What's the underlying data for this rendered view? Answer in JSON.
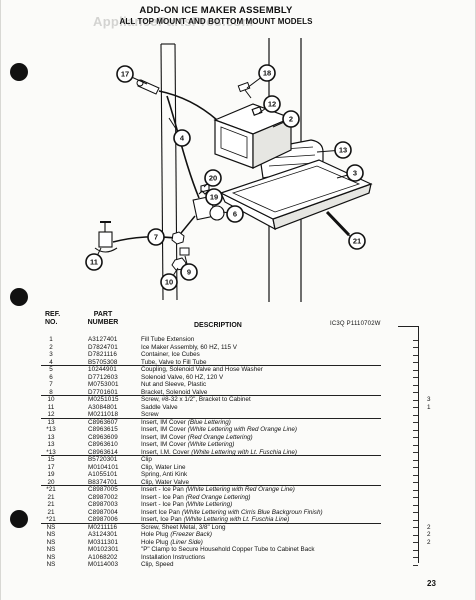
{
  "header": {
    "title": "ADD-ON ICE MAKER ASSEMBLY",
    "subtitle": "ALL TOP MOUNT AND BOTTOM MOUNT MODELS",
    "watermark": "AppliancePartsPros.com"
  },
  "diagram": {
    "callouts": [
      "17",
      "18",
      "12",
      "2",
      "4",
      "13",
      "3",
      "20",
      "19",
      "6",
      "7",
      "9",
      "10",
      "21",
      "11"
    ]
  },
  "parts_table": {
    "columns": {
      "ref_line1": "REF.",
      "ref_line2": "NO.",
      "part_line1": "PART",
      "part_line2": "NUMBER",
      "description": "DESCRIPTION",
      "model": "IC3Q P1110702W"
    },
    "rows": [
      {
        "ref": "1",
        "part": "A3127401",
        "desc": "Fill Tube Extension"
      },
      {
        "ref": "2",
        "part": "D7824701",
        "desc": "Ice Maker Assembly, 60 HZ, 115 V"
      },
      {
        "ref": "3",
        "part": "D7821116",
        "desc": "Container, Ice Cubes"
      },
      {
        "ref": "4",
        "part": "B5705308",
        "desc": "Tube, Valve to Fill Tube"
      },
      {
        "ref": "5",
        "part": "10244901",
        "desc": "Coupling, Solenoid Valve and Hose Washer"
      },
      {
        "ref": "6",
        "part": "D7712603",
        "desc": "Solenoid Valve, 60 HZ, 120 V"
      },
      {
        "ref": "7",
        "part": "M0753001",
        "desc": "Nut and Sleeve, Plastic"
      },
      {
        "ref": "8",
        "part": "D7701601",
        "desc": "Bracket, Solenoid Valve"
      },
      {
        "ref": "10",
        "part": "M0251015",
        "desc": "Screw, #8-32 x 1/2\", Bracket to Cabinet",
        "qty": "3"
      },
      {
        "ref": "11",
        "part": "A3084801",
        "desc": "Saddle Valve",
        "qty": "1"
      },
      {
        "ref": "12",
        "part": "M0211018",
        "desc": "Screw"
      },
      {
        "ref": "13",
        "part": "C8963607",
        "desc": "Insert, IM Cover",
        "note": "(Blue Lettering)"
      },
      {
        "ref": "*13",
        "part": "C8963615",
        "desc": "Insert, IM Cover",
        "note": "(White Lettering with Red Orange Line)"
      },
      {
        "ref": "13",
        "part": "C8963609",
        "desc": "Insert, IM Cover",
        "note": "(Red Orange Lettering)"
      },
      {
        "ref": "13",
        "part": "C8963610",
        "desc": "Insert, IM Cover",
        "note": "(White Lettering)"
      },
      {
        "ref": "*13",
        "part": "C8963614",
        "desc": "Insert, I.M. Cover",
        "note": "(White Lettering with Lt. Fuschia Line)"
      },
      {
        "ref": "15",
        "part": "B5720301",
        "desc": "Clip"
      },
      {
        "ref": "17",
        "part": "M0104101",
        "desc": "Clip, Water Line"
      },
      {
        "ref": "19",
        "part": "A1055101",
        "desc": "Spring, Anti Kink"
      },
      {
        "ref": "20",
        "part": "B8374701",
        "desc": "Clip, Water Valve"
      },
      {
        "ref": "*21",
        "part": "C8987005",
        "desc": "Insert - Ice Pan",
        "note": "(White Lettering with Red Orange Line)"
      },
      {
        "ref": "21",
        "part": "C8987002",
        "desc": "Insert - Ice Pan",
        "note": "(Red Orange Lettering)"
      },
      {
        "ref": "21",
        "part": "C8987003",
        "desc": "Insert - Ice Pan",
        "note": "(White Lettering)"
      },
      {
        "ref": "21",
        "part": "C8987004",
        "desc": "Insert Ice Pan",
        "note": "(White Lettering with Cirris Blue Backgroun Finish)"
      },
      {
        "ref": "*21",
        "part": "C8987006",
        "desc": "Insert, Ice Pan",
        "note": "(White Lettering with Lt. Fuschia Line)"
      },
      {
        "ref": "NS",
        "part": "M0211116",
        "desc": "Screw, Sheet Metal, 3/8\" Long",
        "qty": "2"
      },
      {
        "ref": "NS",
        "part": "A3124301",
        "desc": "Hole Plug",
        "note": "(Freezer Back)",
        "qty": "2"
      },
      {
        "ref": "NS",
        "part": "M0311301",
        "desc": "Hole Plug",
        "note": "(Liner Side)",
        "qty": "2"
      },
      {
        "ref": "NS",
        "part": "M0102301",
        "desc": "\"P\" Clamp to Secure Household Copper Tube to Cabinet Back"
      },
      {
        "ref": "NS",
        "part": "A1068202",
        "desc": "Installation Instructions"
      },
      {
        "ref": "NS",
        "part": "M0114003",
        "desc": "Clip, Speed"
      }
    ]
  },
  "page_number": "23"
}
